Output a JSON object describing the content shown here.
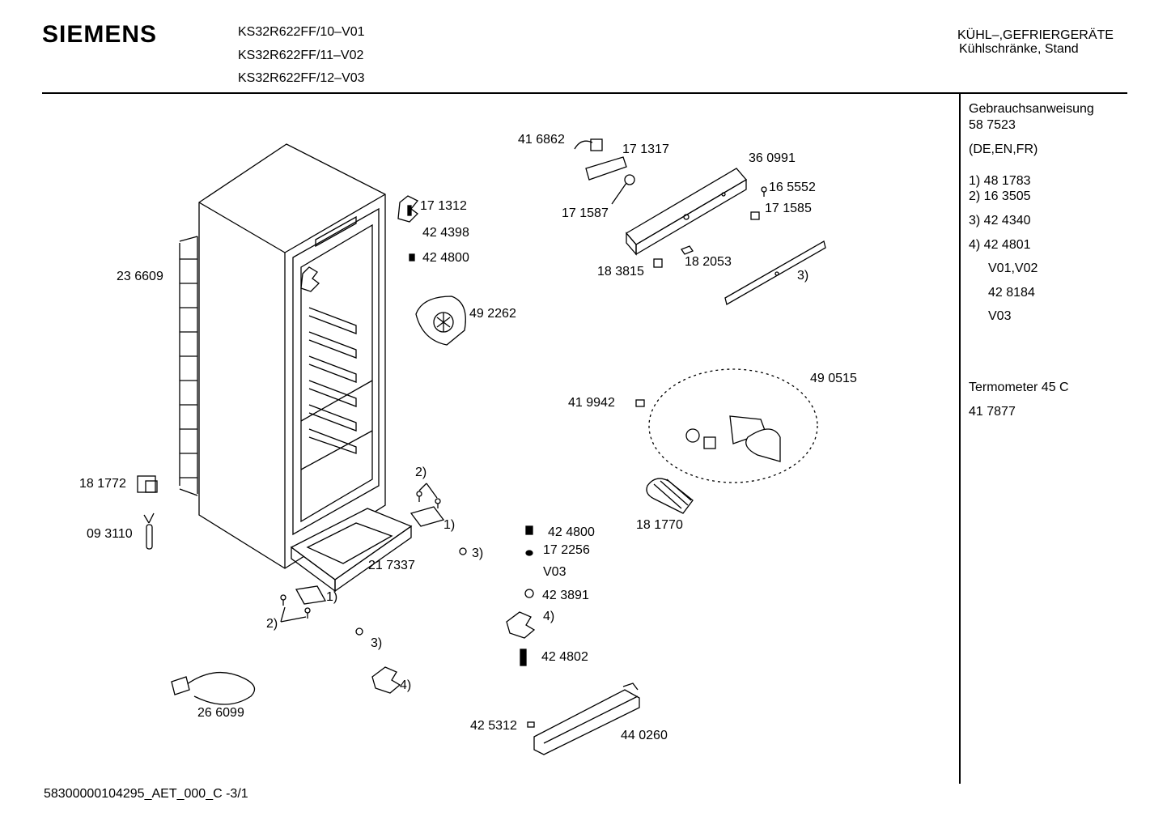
{
  "brand": "SIEMENS",
  "models": [
    "KS32R622FF/10–V01",
    "KS32R622FF/11–V02",
    "KS32R622FF/12–V03"
  ],
  "category": {
    "line1": "KÜHL–,GEFRIERGERÄTE",
    "line2": "Kühlschränke, Stand"
  },
  "sidebar": {
    "manual_title": "Gebrauchsanweisung",
    "manual_number": "58 7523",
    "languages": "(DE,EN,FR)",
    "notes": [
      "1) 48 1783",
      "2) 16 3505",
      "3) 42 4340",
      "4) 42 4801"
    ],
    "variant_a": "V01,V02",
    "variant_part": "42 8184",
    "variant_b": "V03",
    "thermometer_label": "Termometer 45 C",
    "thermometer_part": "41 7877"
  },
  "parts": {
    "p416862": "41 6862",
    "p171317": "17 1317",
    "p360991": "36 0991",
    "p171587": "17 1587",
    "p165552": "16 5552",
    "p171585": "17 1585",
    "p183815": "18 3815",
    "p182053": "18 2053",
    "n3_top": "3)",
    "p171312": "17 1312",
    "p424398": "42 4398",
    "p424800a": "42 4800",
    "p236609": "23 6609",
    "p492262": "49 2262",
    "p490515": "49 0515",
    "p419942": "41 9942",
    "p181772": "18 1772",
    "p093110": "09 3110",
    "n2_upper": "2)",
    "n1_upper": "1)",
    "p424800b": "42 4800",
    "p172256": "17 2256",
    "v03": "V03",
    "p423891": "42 3891",
    "p181770": "18 1770",
    "p217337": "21 7337",
    "n3_mid": "3)",
    "n4_mid": "4)",
    "n1_lower": "1)",
    "n2_lower": "2)",
    "n3_lower": "3)",
    "n4_lower": "4)",
    "p424802": "42 4802",
    "p266099": "26 6099",
    "p425312": "42 5312",
    "p440260": "44 0260"
  },
  "footer": "58300000104295_AET_000_C  -3/1"
}
